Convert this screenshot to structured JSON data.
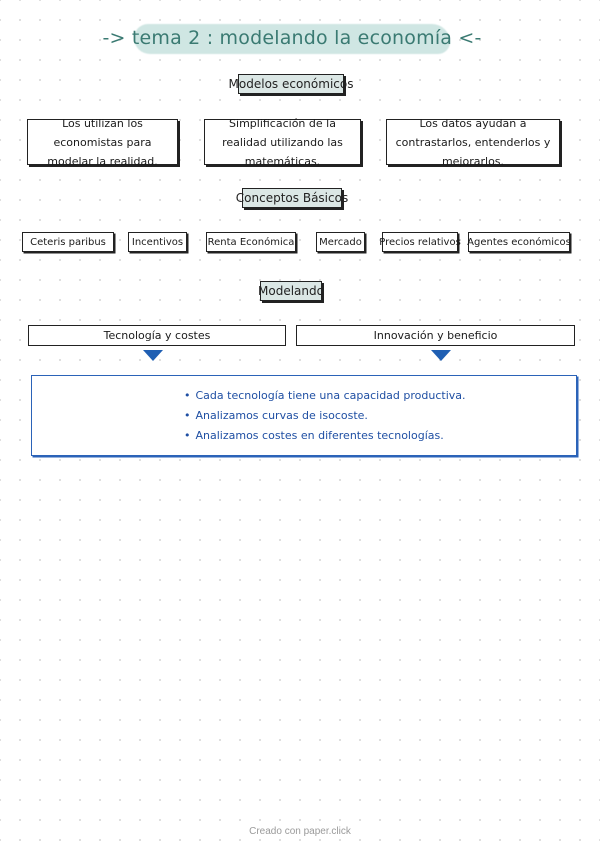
{
  "title": "-> tema 2 : modelando la economía <-",
  "sections": {
    "modelos": "Modelos económicos",
    "conceptos": "Conceptos Básicos",
    "modelando": "Modelando"
  },
  "modelos_boxes": [
    "Los utilizan los economistas para modelar la realidad.",
    "Simplificación de la realidad utilizando las matemáticas.",
    "Los datos ayudan a contrastarlos, entenderlos y mejorarlos."
  ],
  "conceptos_tags": [
    "Ceteris paribus",
    "Incentivos",
    "Renta Económica",
    "Mercado",
    "Precios relativos",
    "Agentes económicos"
  ],
  "modelando_columns": [
    "Tecnología y costes",
    "Innovación y beneficio"
  ],
  "bullets": [
    "Cada tecnología tiene una capacidad productiva.",
    "Analizamos curvas de isocoste.",
    "Analizamos costes en diferentes tecnologías."
  ],
  "footer": "Creado con paper.click",
  "colors": {
    "title": "#3a7a72",
    "title_bg": "#cfe6e3",
    "label_bg": "#dbe7e5",
    "accent_blue": "#1f5fb3"
  }
}
